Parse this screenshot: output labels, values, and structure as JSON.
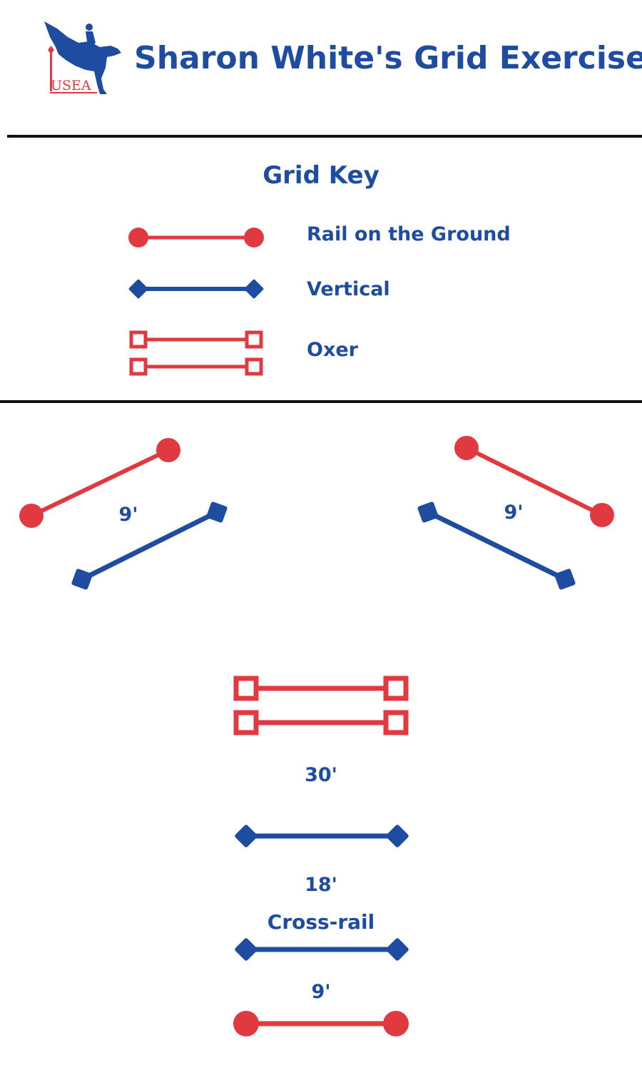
{
  "header": {
    "logo_text": "USEA",
    "title": "Sharon White's Grid Exercise"
  },
  "key": {
    "heading": "Grid Key",
    "items": [
      {
        "label": "Rail on the Ground",
        "symbol": "rail-on-ground"
      },
      {
        "label": "Vertical",
        "symbol": "vertical"
      },
      {
        "label": "Oxer",
        "symbol": "oxer"
      }
    ]
  },
  "grid": {
    "left_bounce_distance": "9'",
    "right_bounce_distance": "9'",
    "oxer_to_vertical_distance": "30'",
    "vertical_to_crossrail_distance": "18'",
    "crossrail_label": "Cross-rail",
    "crossrail_to_rail_distance": "9'"
  },
  "colors": {
    "red": "#e0393f",
    "blue": "#1e4ca0",
    "divider": "#111111"
  }
}
